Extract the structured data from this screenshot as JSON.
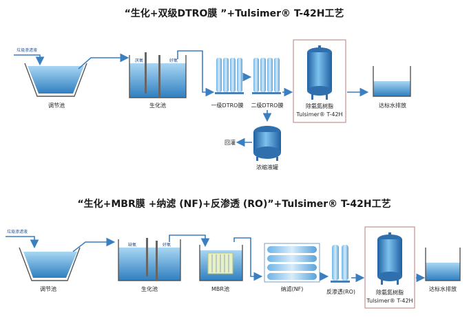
{
  "title1": "“生化+双级DTRO膜 ”+Tulsimer® T-42H工艺",
  "title2": "“生化+MBR膜 +纳滤 (NF)+反渗透 (RO)”+Tulsimer® T-42H工艺",
  "process1": {
    "inflow": "垃圾渗滤液",
    "tank": "调节池",
    "bio": "生化池",
    "anoxic": "厌氧",
    "aerobic": "好氧",
    "dtro1": "一级DTRO膜",
    "dtro2": "二级DTRO膜",
    "resin_line1": "除氨氮树脂",
    "resin_line2": "Tulsimer® T-42H",
    "discharge": "达标水排放",
    "concentrate": "浓缩液罐",
    "reinject": "回灌"
  },
  "process2": {
    "inflow": "垃圾渗滤液",
    "tank": "调节池",
    "bio": "生化池",
    "anoxic": "缺氧",
    "aerobic": "好氧",
    "mbr": "MBR池",
    "nf": "纳滤(NF)",
    "ro": "反渗透(RO)",
    "resin_line1": "除氨氮树脂",
    "resin_line2": "Tulsimer® T-42H",
    "discharge": "达标水排放"
  },
  "colors": {
    "pipe": "#3a7fc1",
    "water": "#4fa3de",
    "highlight_box": "#c98f8f"
  }
}
